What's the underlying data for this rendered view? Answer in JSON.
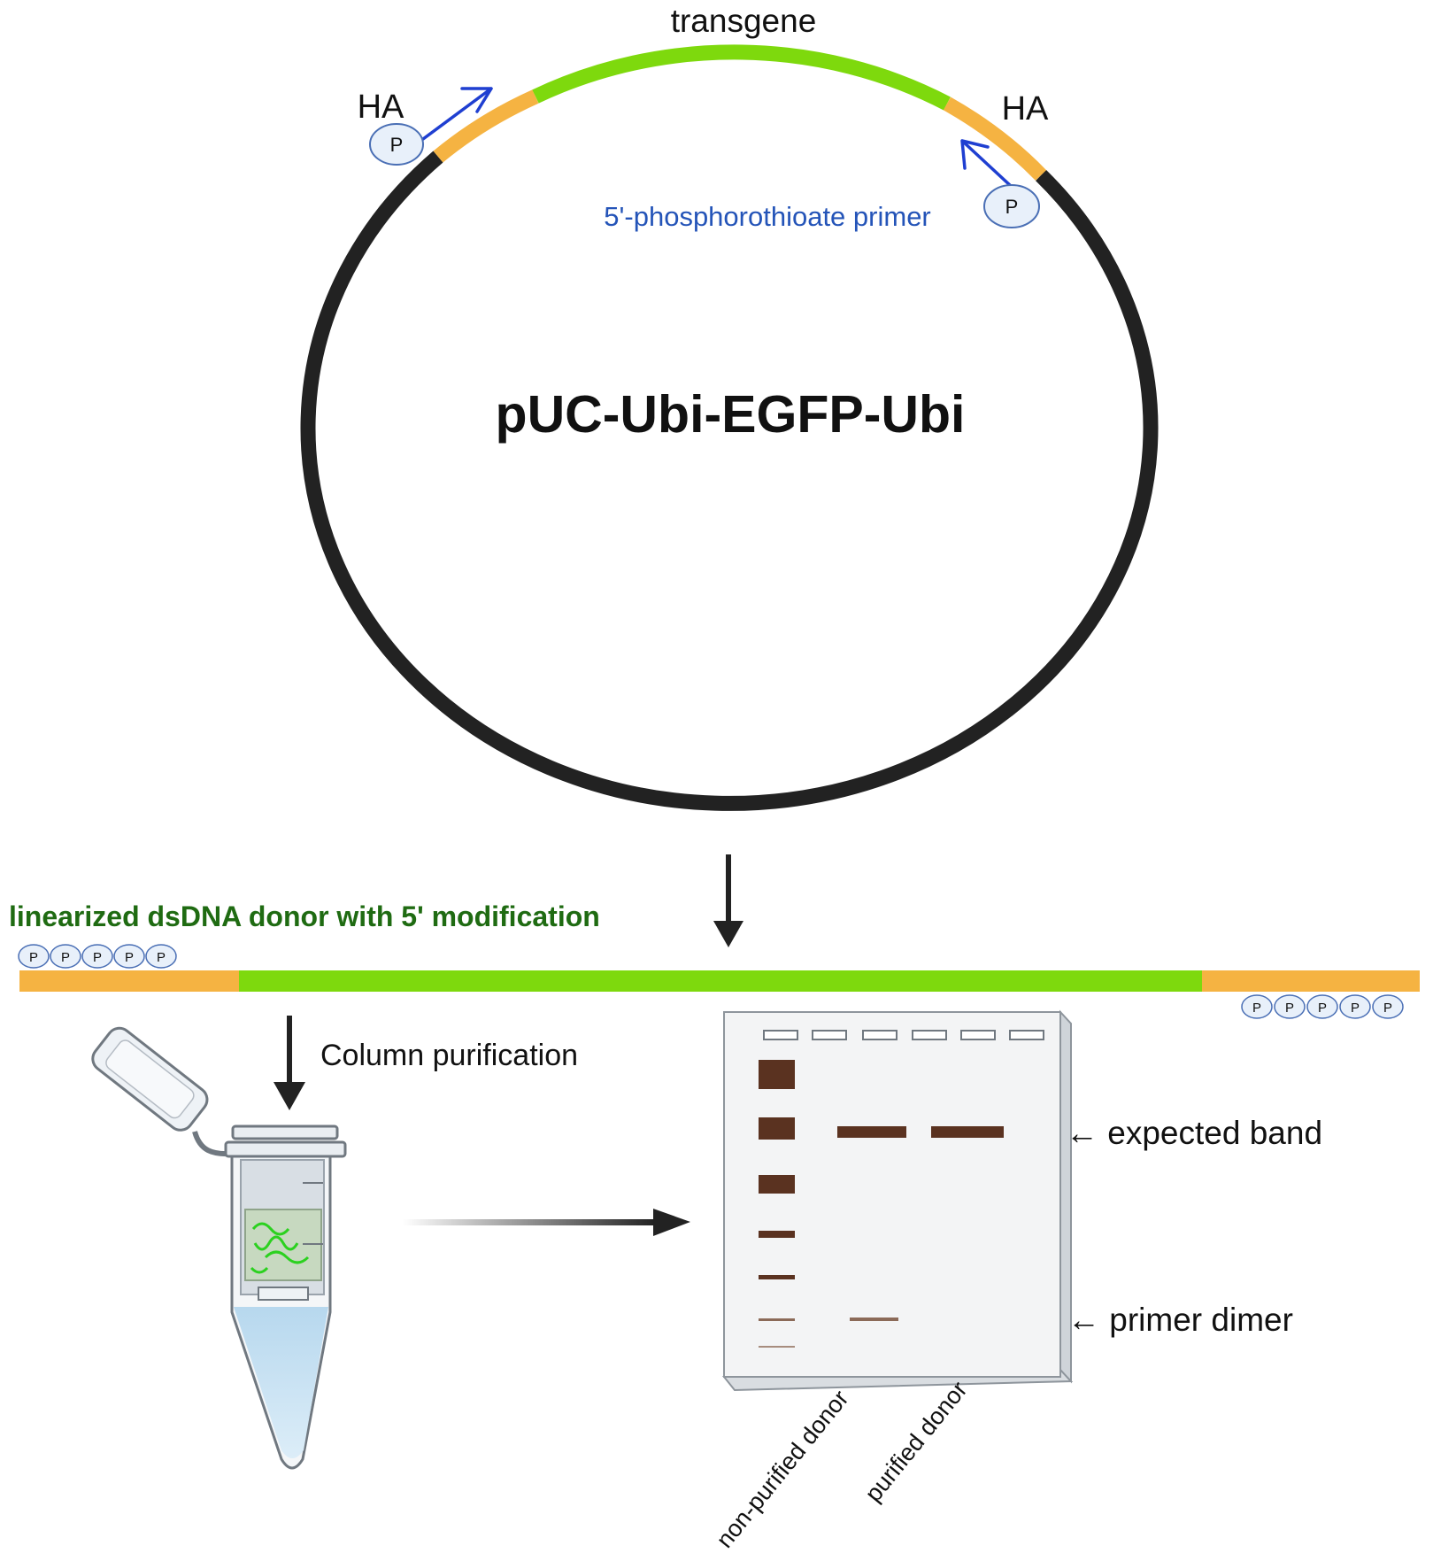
{
  "plasmid": {
    "name": "pUC-Ubi-EGFP-Ubi",
    "transgene_label": "transgene",
    "ha_left_label": "HA",
    "ha_right_label": "HA",
    "primer_label": "5'-phosphorothioate primer",
    "phospho_symbol": "P"
  },
  "linear_donor": {
    "title": "linearized dsDNA donor with 5' modification",
    "left_modifications": [
      "P",
      "P",
      "P",
      "P",
      "P"
    ],
    "right_modifications": [
      "P",
      "P",
      "P",
      "P",
      "P"
    ]
  },
  "purification": {
    "step_label": "Column purification"
  },
  "gel": {
    "expected_band_label": "← expected band",
    "primer_dimer_label": "← primer dimer",
    "lanes": [
      "non-purified donor",
      "purified donor"
    ]
  },
  "colors": {
    "backbone": "#222222",
    "homology_arm": "#f5b342",
    "transgene": "#7ed90d",
    "primer": "#1f3fd1",
    "primer_text": "#2454b8",
    "donor_title": "#1f6b12",
    "band": "#5a3220"
  }
}
